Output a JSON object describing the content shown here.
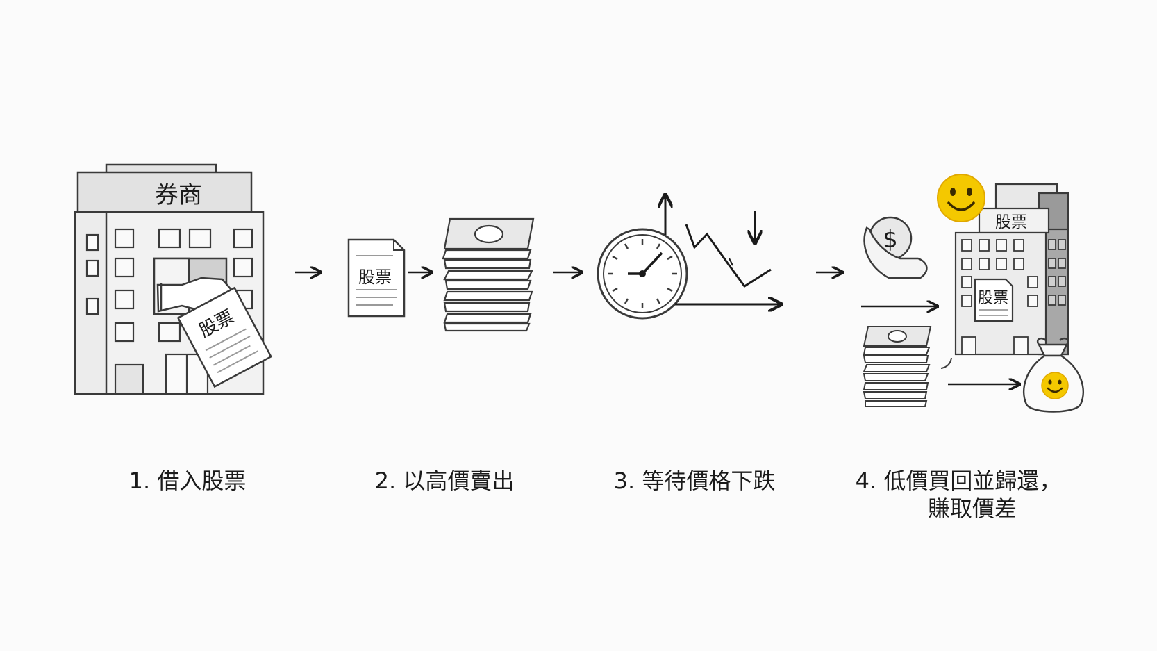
{
  "labels": {
    "broker": "券商",
    "stock": "股票"
  },
  "steps": [
    {
      "label": "1. 借入股票"
    },
    {
      "label": "2. 以高價賣出"
    },
    {
      "label": "3. 等待價格下跌"
    },
    {
      "label": "4. 低價買回並歸還，",
      "label2": "賺取價差"
    }
  ],
  "colors": {
    "line": "#3a3a3a",
    "fill_light": "#ececec",
    "fill_mid": "#d6d6d6",
    "fill_dark": "#9a9a9a",
    "emoji": "#f2c300",
    "emoji_border": "#e0a800"
  }
}
